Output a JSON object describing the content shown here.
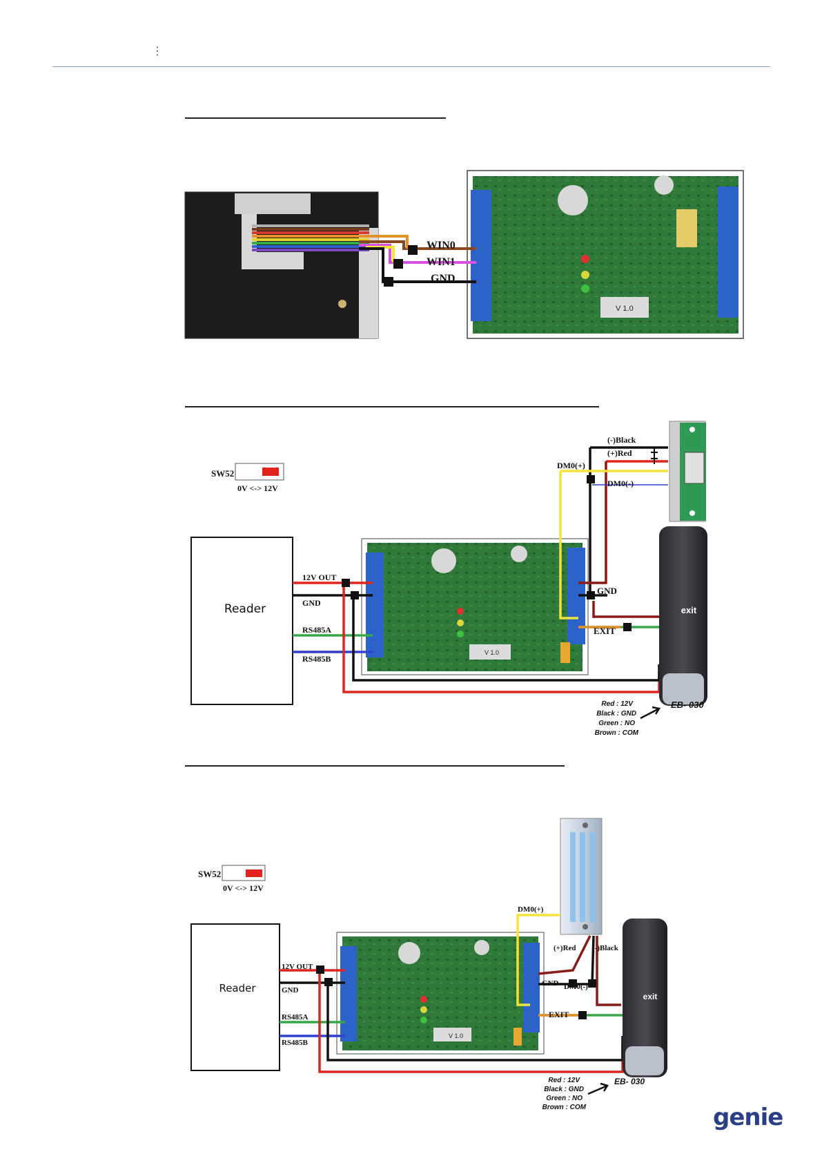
{
  "header": {
    "mark": "⋮"
  },
  "logo": {
    "text": "genie"
  },
  "diagram1": {
    "wires": [
      "WIN0",
      "WIN1",
      "GND"
    ],
    "board_label": "V 1.0"
  },
  "diagram2": {
    "switch_label": "SW52",
    "switch_range": "0V <-> 12V",
    "reader_label": "Reader",
    "reader_wires": [
      "12V OUT",
      "GND",
      "RS485A",
      "RS485B"
    ],
    "lock_wires": [
      "(-)Black",
      "(+)Red",
      "DM0(+)",
      "DM0(-)"
    ],
    "right_wires": [
      "GND",
      "EXIT"
    ],
    "board_label": "V 1.0",
    "exit_text": "exit",
    "device_label": "EB- 030",
    "legend": [
      "Red : 12V",
      "Black : GND",
      "Green : NO",
      "Brown : COM"
    ]
  },
  "diagram3": {
    "switch_label": "SW52",
    "switch_range": "0V <-> 12V",
    "reader_label": "Reader",
    "reader_wires": [
      "12V OUT",
      "GND",
      "RS485A",
      "RS485B"
    ],
    "lock_wires": [
      "DM0(+)",
      "(+)Red",
      "(-)Black",
      "GND",
      "DM0(-)",
      "EXIT"
    ],
    "board_label": "V 1.0",
    "exit_text": "exit",
    "device_label": "EB- 030",
    "legend": [
      "Red : 12V",
      "Black : GND",
      "Green : NO",
      "Brown : COM"
    ]
  }
}
